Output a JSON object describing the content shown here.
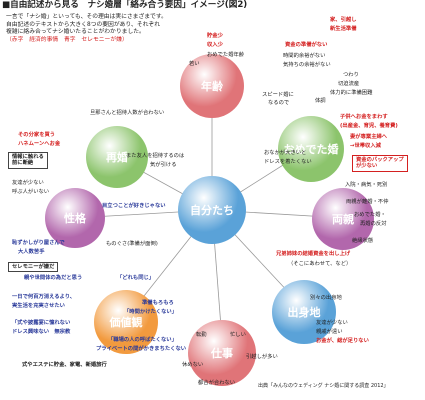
{
  "title": "■自由記述から見る　ナシ婚層「絡み合う要因」イメージ(図2)",
  "intro": {
    "line1": "一言で「ナシ婚」といっても、その理由は実にさまざまです。",
    "line2": "自由記述のテキストから大きく8つの要因があり、それぞれ",
    "line3": "複雑に絡み合ってナシ婚いたることがわかりました。",
    "line4": "（赤字　経済的事情　青字　セレモニーが嫌）"
  },
  "center": {
    "label": "自分たち",
    "color": "#5aa2d8"
  },
  "nodes": {
    "age": {
      "label": "年齢",
      "color": "#e07478"
    },
    "omedeta": {
      "label": "おめでた婚",
      "color": "#8cc46c"
    },
    "parents": {
      "label": "両親",
      "color": "#b267ac"
    },
    "work_place": {
      "label": "出身地",
      "color": "#5aa2d8"
    },
    "job": {
      "label": "仕事",
      "color": "#e07478"
    },
    "values": {
      "label": "価値観",
      "color": "#f29a3e"
    },
    "personality": {
      "label": "性格",
      "color": "#b267ac"
    },
    "remarriage": {
      "label": "再婚",
      "color": "#8cc46c"
    }
  },
  "texts": {
    "t01": "貯金少",
    "t02": "収入少",
    "t03": "若い",
    "t04": "おめでた婚年齢",
    "t05": "家、引越し",
    "t06": "新生活準備",
    "t07": "資金の準備がない",
    "t08": "時間的余裕がない",
    "t09": "気持ちの余裕がない",
    "t10": "つわり",
    "t11": "切迫流産",
    "t12": "体力的に準備困難",
    "t13": "スピード婚に",
    "t14": "なるので",
    "t15": "体調",
    "t16": "子供へお金をまわす",
    "t17": "(出産金、育児、養育費)",
    "t18": "妻が専業主婦へ",
    "t19": "→世帯収入減",
    "t20": "おなかが大きいと",
    "t21": "ドレスを着たくない",
    "t22": "資金のバックアップ",
    "t23": "が少ない",
    "t24": "入院・病気・死別",
    "t25": "両親が離婚・不仲",
    "t26": "おめでた婚・",
    "t27": "再婚の反対",
    "t28": "絶縁状態",
    "t29": "兄弟姉妹の結婚資金を出し上げ",
    "t30": "（そこにあわせて、など）",
    "t31": "別々の出身地",
    "t32": "友達が少ない",
    "t33": "親戚が遠い",
    "t34": "お金が、総が足りない",
    "t35": "転勤",
    "t36": "忙しい",
    "t37": "休めない",
    "t38": "引越しが多い",
    "t39": "都合が合わない",
    "t40": "親や世間体の為だと思う",
    "t41": "「どれも同じ」",
    "t42": "一日で何百万消えるより、",
    "t43": "実生活を充実させたい",
    "t44": "準備もろもろ",
    "t45": "「時間かけたくない」",
    "t46": "「式や披露宴に憧れない",
    "t47": "ドレス興味ない　無宗教",
    "t48": "「職場の人の呼ばたくない」",
    "t49": "プライベートの間がかきまちたくない",
    "t50": "式やエステに貯金、家電、新婚旅行",
    "t51": "友達が少ない",
    "t52": "呼ぶ人がいない",
    "t53": "目立つことが好きじゃない",
    "t54": "恥ずかしがり屋さんで",
    "t55": "大人数苦手",
    "t56": "ものぐさ(準備が面倒)",
    "t57": "旦那さんと招待人数が合わない",
    "t58": "その分家を買う",
    "t59": "ハネムーンへお金",
    "t60": "また友人を招待するのは",
    "t61": "気が引ける"
  },
  "boxes": {
    "b1": "情報に触れる",
    "b2": "前に断絶",
    "b3": "セレモニーが嫌だ"
  },
  "source": "出典「みんなのウェディング ナシ婚に関する調査 2012」"
}
